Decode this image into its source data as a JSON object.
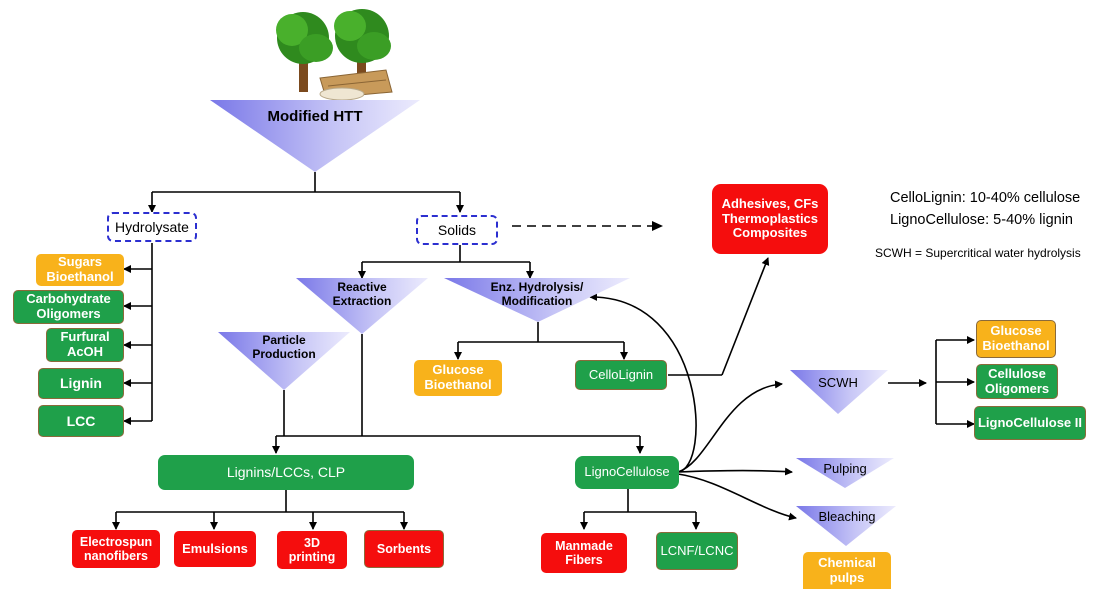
{
  "top": {
    "title": "Modified HTT"
  },
  "branches": {
    "hydrolysate": "Hydrolysate",
    "solids": "Solids"
  },
  "hydrolysate_products": {
    "sugars": "Sugars\nBioethanol",
    "carbohydrate": "Carbohydrate\nOligomers",
    "furfural": "Furfural\nAcOH",
    "lignin": "Lignin",
    "lcc": "LCC"
  },
  "processes": {
    "reactive_extraction": "Reactive\nExtraction",
    "enz_hydrolysis": "Enz. Hydrolysis/\nModification",
    "particle_production": "Particle\nProduction",
    "scwh": "SCWH",
    "pulping": "Pulping",
    "bleaching": "Bleaching"
  },
  "enz_products": {
    "glucose": "Glucose\nBioethanol",
    "cellolignin": "CelloLignin"
  },
  "applications": {
    "adhesives": "Adhesives, CFs\nThermoplastics\nComposites"
  },
  "lignins": {
    "label": "Lignins/LCCs, CLP",
    "products": [
      "Electrospun\nnanofibers",
      "Emulsions",
      "3D\nprinting",
      "Sorbents"
    ]
  },
  "lignocellulose": {
    "label": "LignoCellulose",
    "products": [
      "Manmade\nFibers",
      "LCNF/LCNC"
    ]
  },
  "scwh_products": {
    "glucose": "Glucose\nBioethanol",
    "cellulose": "Cellulose\nOligomers",
    "lignocellulose2": "LignoCellulose II"
  },
  "chemical_pulps": "Chemical\npulps",
  "notes": {
    "cellolignin": "CelloLignin: 10-40% cellulose",
    "lignocellulose": "LignoCellulose: 5-40% lignin",
    "scwh": "SCWH = Supercritical water hydrolysis"
  },
  "colors": {
    "green": "#1fa04a",
    "yellow": "#f8b21b",
    "red": "#f50d0d",
    "dash_blue": "#2c2fd0"
  }
}
